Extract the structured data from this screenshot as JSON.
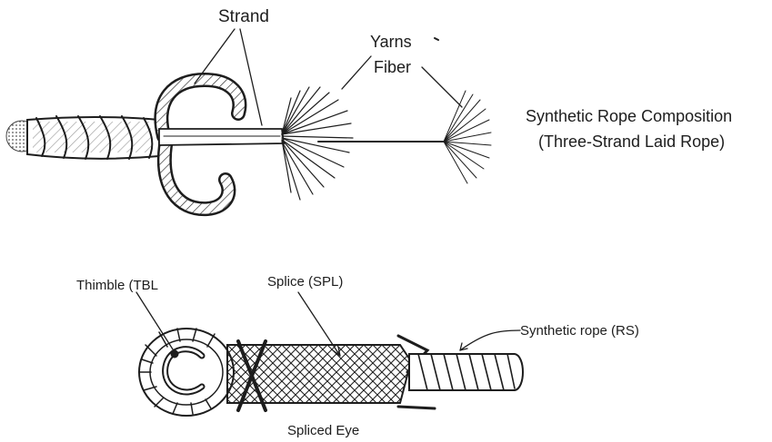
{
  "diagram": {
    "top": {
      "strand_label": "Strand",
      "yarns_label": "Yarns",
      "fiber_label": "Fiber",
      "title_line1": "Synthetic Rope Composition",
      "title_line2": "(Three-Strand Laid Rope)"
    },
    "bottom": {
      "thimble_label": "Thimble (TBL",
      "splice_label": "Splice (SPL)",
      "rope_label": "Synthetic rope (RS)",
      "caption": "Spliced Eye"
    },
    "colors": {
      "ink": "#1d1d1d",
      "background": "#ffffff"
    }
  }
}
